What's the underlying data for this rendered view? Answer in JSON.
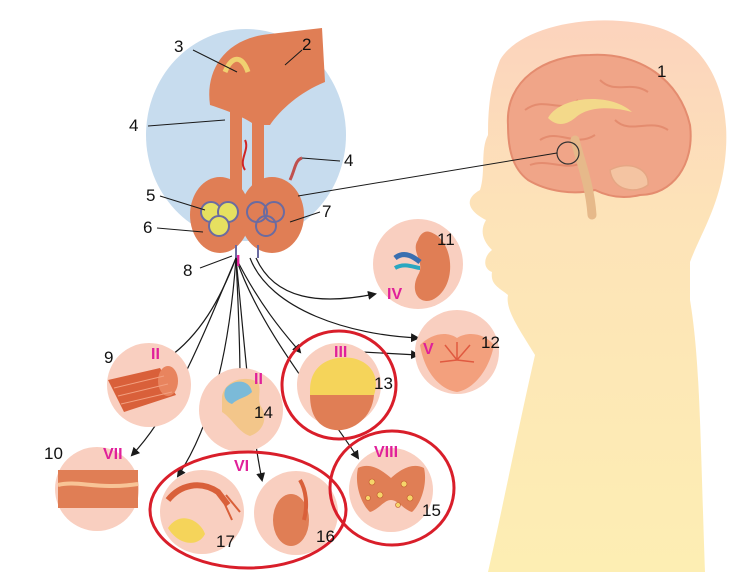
{
  "colors": {
    "skin": "#fde3b8",
    "head_top": "#fcd3bd",
    "brain": "#f0a588",
    "gland": "#e07e55",
    "tissue_bg": "#f9cfc0",
    "arrow": "#1a1a1a",
    "numeral": "#e0209a",
    "highlight_ring": "#d91e2a",
    "sky": "#c7dcee"
  },
  "labels": {
    "n1": "1",
    "n2": "2",
    "n3": "3",
    "n4a": "4",
    "n4b": "4",
    "n5": "5",
    "n6": "6",
    "n7": "7",
    "n8": "8",
    "n9": "9",
    "n10": "10",
    "n11": "11",
    "n12": "12",
    "n13": "13",
    "n14": "14",
    "n15": "15",
    "n16": "16",
    "n17": "17"
  },
  "numerals": {
    "r1": "I",
    "r2a": "II",
    "r2b": "II",
    "r3": "III",
    "r4": "IV",
    "r5": "V",
    "r6": "VI",
    "r7": "VII",
    "r8": "VIII"
  },
  "icons": {
    "head": "human-head-silhouette",
    "brain": "brain-icon",
    "pituitary": "pituitary-gland-icon",
    "kidney": "kidney-icon",
    "breast": "breast-tissue-icon",
    "muscle": "muscle-icon",
    "bone": "long-bone-icon",
    "ovary": "ovary-icon",
    "adrenal": "adrenal-gland-icon",
    "thyroid": "thyroid-gland-icon",
    "testis": "testis-icon",
    "uterus": "uterus-tube-icon"
  }
}
